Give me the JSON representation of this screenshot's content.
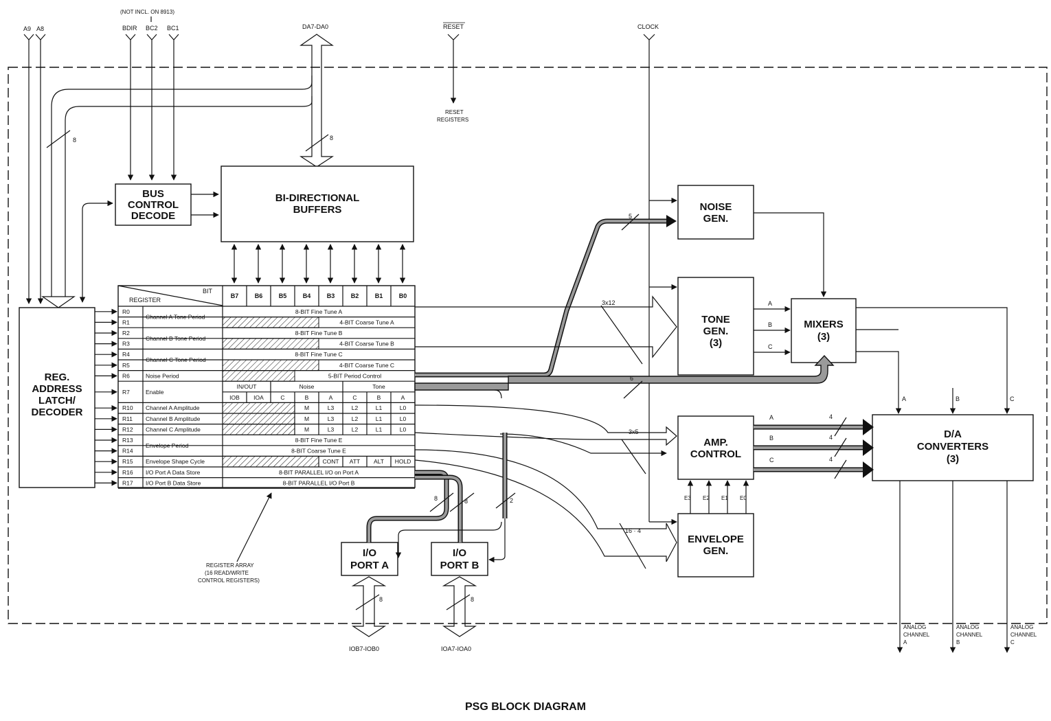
{
  "title": "PSG BLOCK DIAGRAM",
  "pins": {
    "a9": "A9",
    "a8": "A8",
    "bdir": "BDIR",
    "bc2": "BC2",
    "bc1": "BC1",
    "not_incl": "(NOT INCL. ON 8913)",
    "data_bus": "DA7-DA0",
    "reset": "RESET",
    "clock": "CLOCK",
    "reset_registers_1": "RESET",
    "reset_registers_2": "REGISTERS",
    "iob": "IOB7-IOB0",
    "ioa": "IOA7-IOA0"
  },
  "blocks": {
    "bus_control": [
      "BUS",
      "CONTROL",
      "DECODE"
    ],
    "bidir_buffers": [
      "BI-DIRECTIONAL",
      "BUFFERS"
    ],
    "reg_address": [
      "REG.",
      "ADDRESS",
      "LATCH/",
      "DECODER"
    ],
    "noise_gen": [
      "NOISE",
      "GEN."
    ],
    "tone_gen": [
      "TONE",
      "GEN.",
      "(3)"
    ],
    "mixers": [
      "MIXERS",
      "(3)"
    ],
    "amp_control": [
      "AMP.",
      "CONTROL"
    ],
    "envelope_gen": [
      "ENVELOPE",
      "GEN."
    ],
    "da_converters": [
      "D/A",
      "CONVERTERS",
      "(3)"
    ],
    "io_port_a": [
      "I/O",
      "PORT A"
    ],
    "io_port_b": [
      "I/O",
      "PORT B"
    ]
  },
  "register_array": {
    "bit_label": "BIT",
    "register_label": "REGISTER",
    "bits": [
      "B7",
      "B6",
      "B5",
      "B4",
      "B3",
      "B2",
      "B1",
      "B0"
    ],
    "rows": [
      {
        "reg": "R0",
        "func": "Channel A Tone Period",
        "content": "8-BIT Fine Tune A"
      },
      {
        "reg": "R1",
        "func": "",
        "content": "4-BIT Coarse Tune A"
      },
      {
        "reg": "R2",
        "func": "Channel B Tone Period",
        "content": "8-BIT Fine Tune B"
      },
      {
        "reg": "R3",
        "func": "",
        "content": "4-BIT Coarse Tune B"
      },
      {
        "reg": "R4",
        "func": "Channel C Tone Period",
        "content": "8-BIT Fine Tune C"
      },
      {
        "reg": "R5",
        "func": "",
        "content": "4-BIT Coarse Tune C"
      },
      {
        "reg": "R6",
        "func": "Noise Period",
        "content": "5-BIT Period Control"
      },
      {
        "reg": "R7",
        "func": "Enable",
        "content": ""
      },
      {
        "reg": "R10",
        "func": "Channel A Amplitude",
        "content": ""
      },
      {
        "reg": "R11",
        "func": "Channel B Amplitude",
        "content": ""
      },
      {
        "reg": "R12",
        "func": "Channel C Amplitude",
        "content": ""
      },
      {
        "reg": "R13",
        "func": "Envelope Period",
        "content": "8-BIT Fine Tune E"
      },
      {
        "reg": "R14",
        "func": "",
        "content": "8-BIT Coarse Tune E"
      },
      {
        "reg": "R15",
        "func": "Envelope Shape Cycle",
        "content": ""
      },
      {
        "reg": "R16",
        "func": "I/O Port A Data Store",
        "content": "8-BIT PARALLEL I/O on Port A"
      },
      {
        "reg": "R17",
        "func": "I/O Port B Data Store",
        "content": "8-BIT PARALLEL I/O Port B"
      }
    ],
    "enable_groups": [
      "IN/OUT",
      "Noise",
      "Tone"
    ],
    "enable_bits": [
      "IOB",
      "IOA",
      "C",
      "B",
      "A",
      "C",
      "B",
      "A"
    ],
    "amp_bits": [
      "M",
      "L3",
      "L2",
      "L1",
      "L0"
    ],
    "shape_bits": [
      "CONT",
      "ATT",
      "ALT",
      "HOLD"
    ],
    "caption": [
      "REGISTER ARRAY",
      "(16 READ/WRITE",
      "CONTROL REGISTERS)"
    ]
  },
  "bus_labels": {
    "eight": "8",
    "five": "5",
    "three_by_twelve": "3x12",
    "six": "6",
    "three_by_five": "3x5",
    "sixteen_by_four": "16 · 4",
    "four": "4",
    "two": "2"
  },
  "channel_letters": [
    "A",
    "B",
    "C"
  ],
  "envelope_lines": [
    "E3",
    "E2",
    "E1",
    "E0"
  ],
  "outputs": [
    [
      "ANALOG",
      "CHANNEL",
      "A"
    ],
    [
      "ANALOG",
      "CHANNEL",
      "B"
    ],
    [
      "ANALOG",
      "CHANNEL",
      "C"
    ]
  ]
}
